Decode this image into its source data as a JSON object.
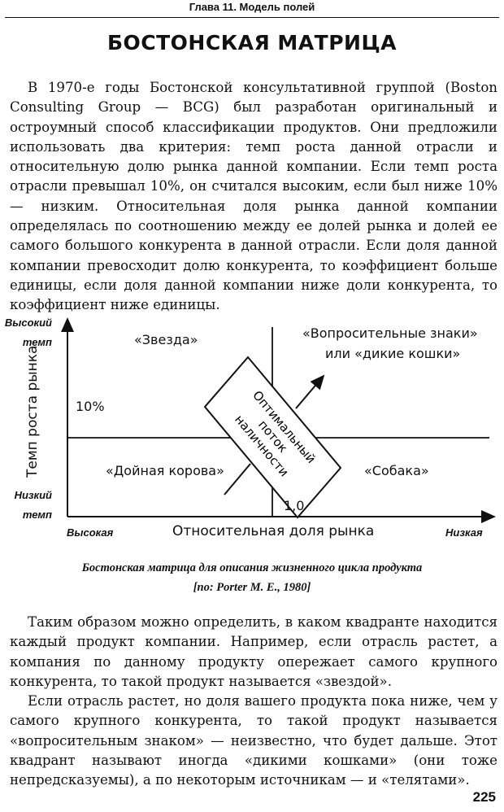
{
  "header": {
    "running_title": "Глава 11. Модель полей"
  },
  "title": "БОСТОНСКАЯ МАТРИЦА",
  "intro": "В 1970-е годы Бостонской консультативной группой (Boston Consulting Group — BCG) был разработан оригинальный и остроумный способ классификации продуктов. Они предложили использовать два критерия: темп роста данной отрасли и относительную долю рынка данной компании. Если темп роста отрасли превышал 10%, он считался высоким, если был ниже 10% — низким. Относительная доля рынка данной компании определялась по соотношению между ее долей рынка и долей ее самого большого конкурента в данной отрасли. Если доля данной компании превосходит долю конкурента, то коэффициент больше единицы, если доля данной компании ниже доли конкурента, то коэффициент ниже единицы.",
  "diagram": {
    "y_high": "Высокий темп",
    "y_low": "Низкий темп",
    "y_label": "Темп роста рынка",
    "x_high": "Высокая",
    "x_low": "Низкая",
    "x_label": "Относительная доля рынка",
    "threshold_y": "10%",
    "threshold_x": "1,0",
    "q_star": "«Звезда»",
    "q_question": "«Вопросительные знаки»",
    "q_question2": "или «дикие кошки»",
    "q_cow": "«Дойная корова»",
    "q_dog": "«Собака»",
    "box": [
      "Оптимальный",
      "поток",
      "наличности"
    ]
  },
  "caption": [
    "Бостонская матрица для описания жизненного цикла продукта",
    "[по: Porter M. E., 1980]"
  ],
  "body": [
    "Таким образом можно определить, в каком квадранте находится каждый продукт компании. Например, если отрасль растет, а компания по данному продукту опережает самого крупного конкурента, то такой продукт называется «звездой».",
    "Если отрасль растет, но доля вашего продукта пока ниже, чем у самого крупного конкурента, то такой продукт называется «вопросительным знаком» — неизвестно, что будет дальше. Этот квадрант называют иногда «дикими кошками» (они тоже непредсказуемы), а по некоторым источникам — и «телятами»."
  ],
  "page_number": "225"
}
